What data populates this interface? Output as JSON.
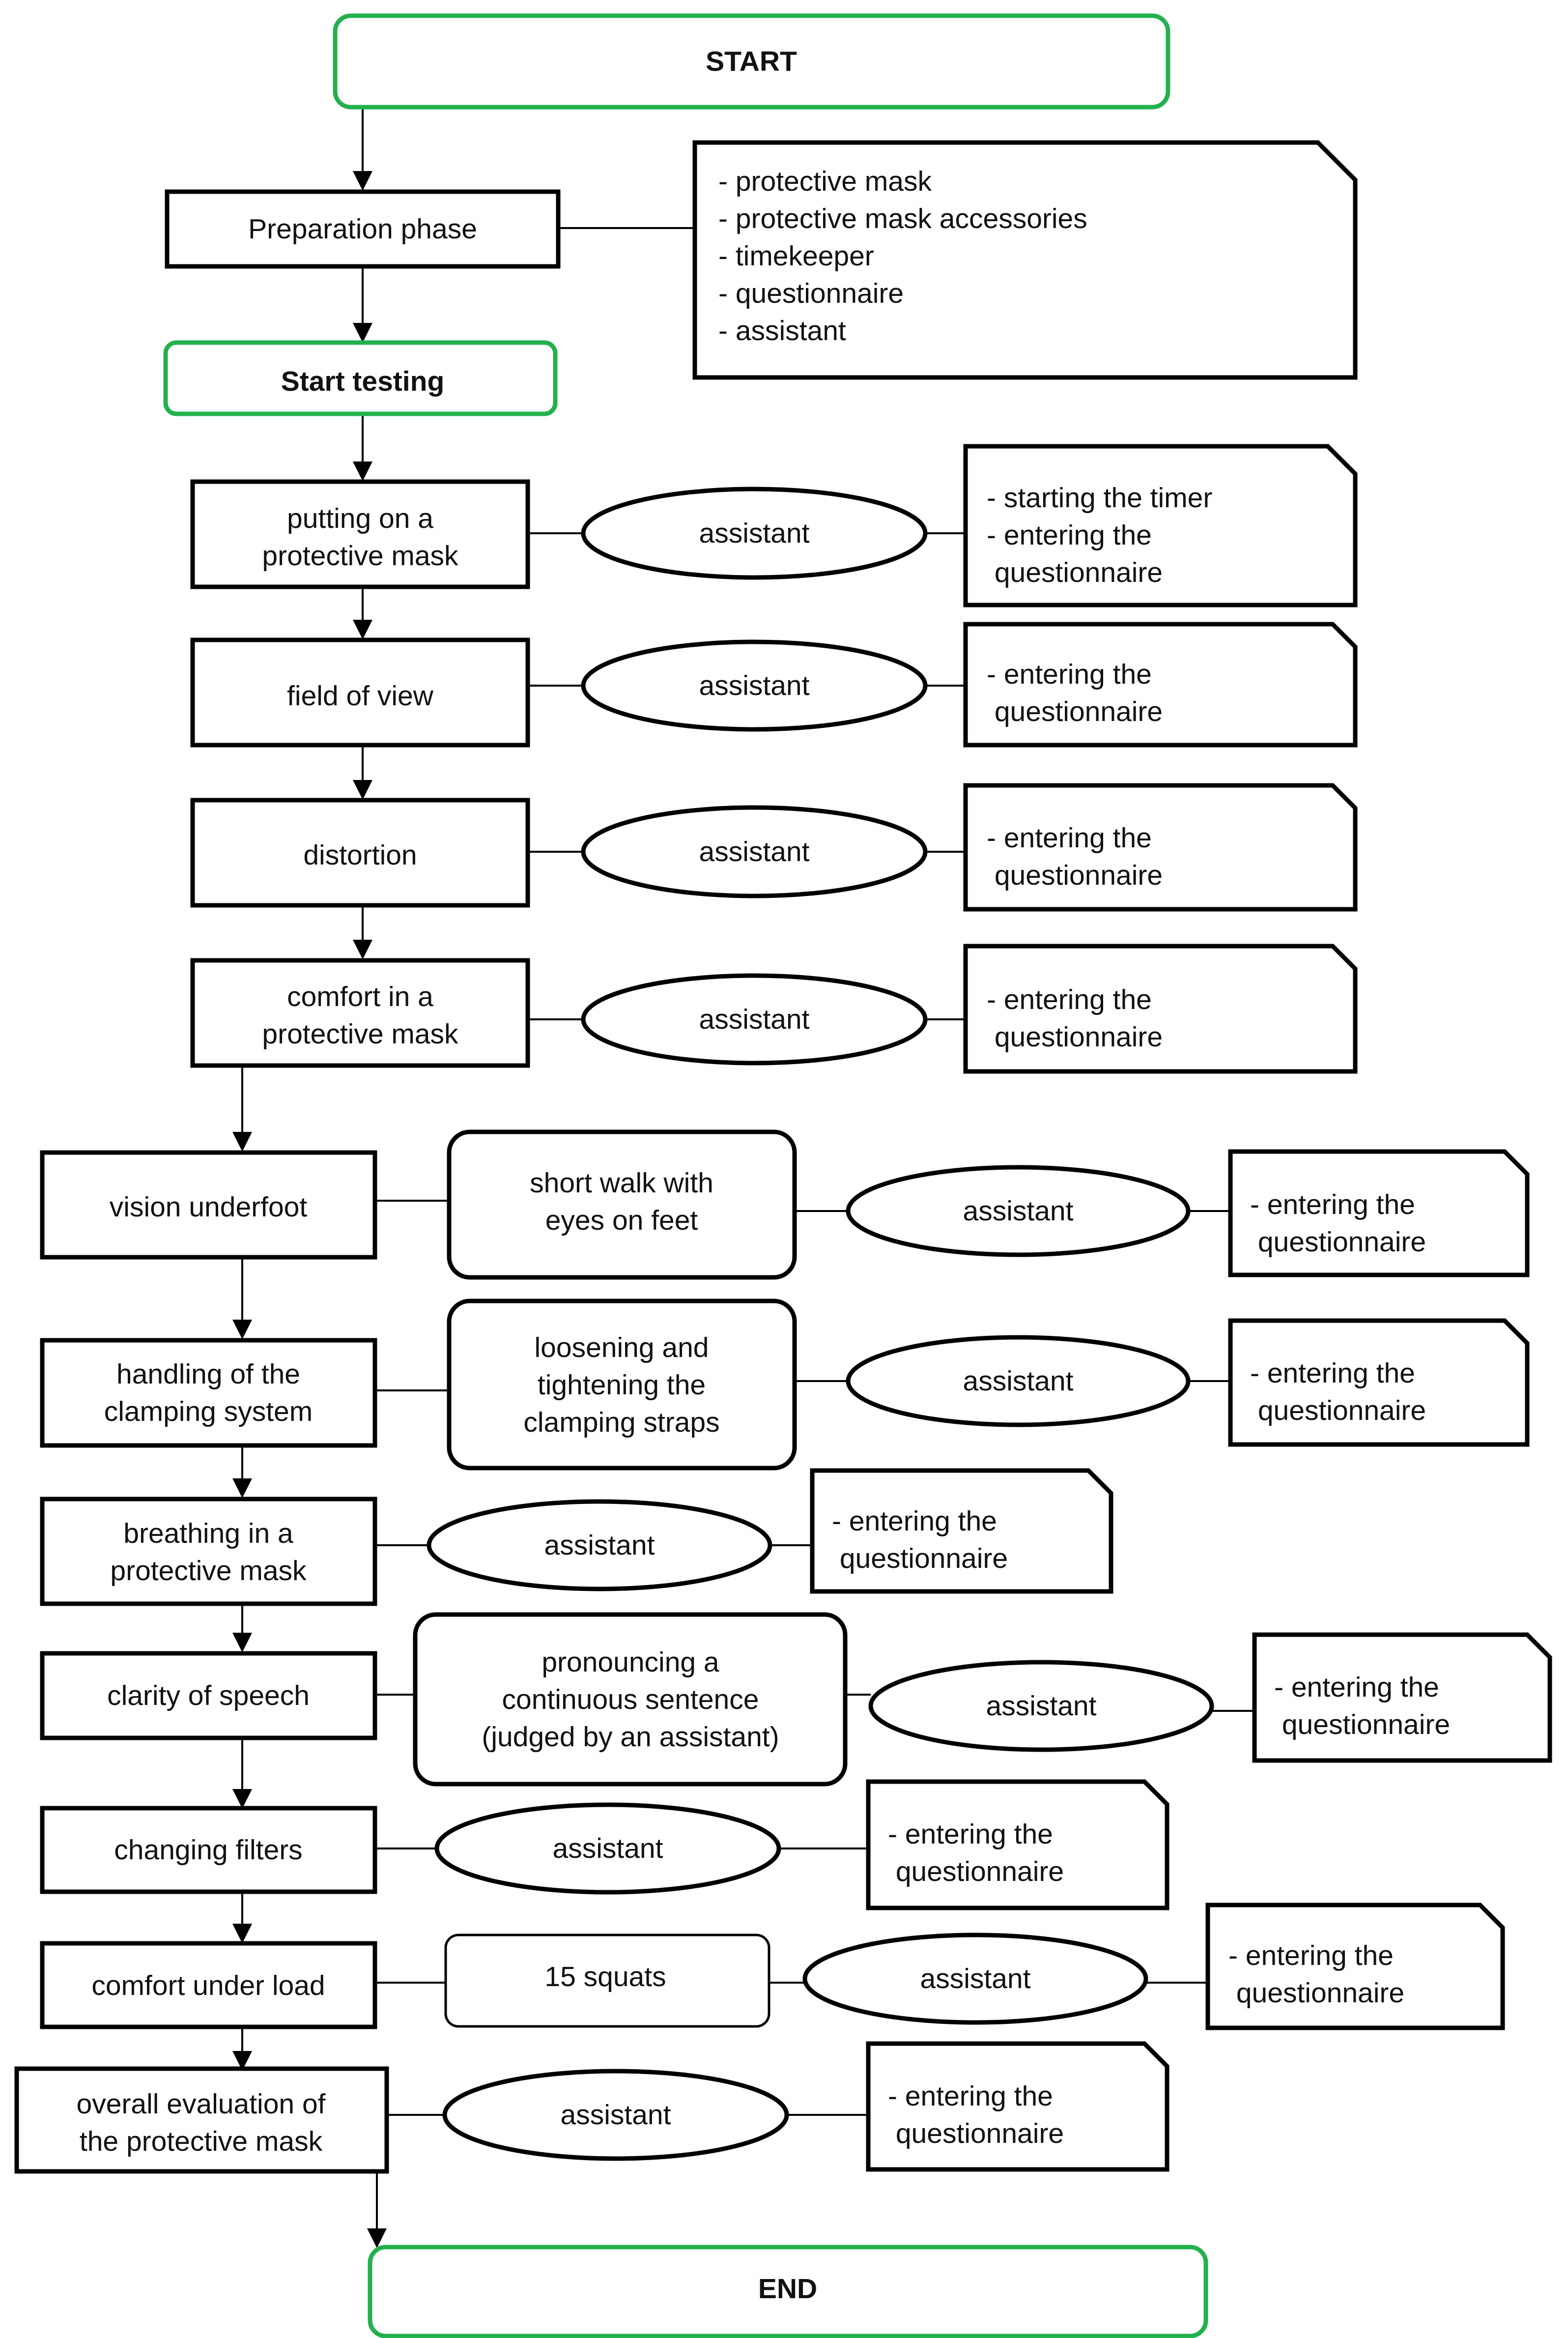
{
  "colors": {
    "terminal_border": "#22b14c",
    "stroke": "#000000",
    "text": "#111111"
  },
  "nodes": {
    "start": [
      "START"
    ],
    "prep": [
      "Preparation phase"
    ],
    "prep_note": [
      "- protective mask",
      "- protective mask accessories",
      "- timekeeper",
      "- questionnaire",
      "- assistant"
    ],
    "start_testing": [
      "Start testing"
    ],
    "s1": [
      "putting on a",
      "protective mask"
    ],
    "s1_assistant": [
      "assistant"
    ],
    "s1_note": [
      "- starting the timer",
      "- entering the",
      "  questionnaire"
    ],
    "s2": [
      "field of view"
    ],
    "s2_assistant": [
      "assistant"
    ],
    "s2_note": [
      "- entering the",
      "  questionnaire"
    ],
    "s3": [
      "distortion"
    ],
    "s3_assistant": [
      "assistant"
    ],
    "s3_note": [
      "- entering the",
      "  questionnaire"
    ],
    "s4": [
      "comfort in a",
      "protective mask"
    ],
    "s4_assistant": [
      "assistant"
    ],
    "s4_note": [
      "- entering the",
      "  questionnaire"
    ],
    "s5": [
      "vision underfoot"
    ],
    "s5_action": [
      "short walk with",
      "eyes on feet"
    ],
    "s5_assistant": [
      "assistant"
    ],
    "s5_note": [
      "- entering the",
      "  questionnaire"
    ],
    "s6": [
      "handling of the",
      "clamping system"
    ],
    "s6_action": [
      "loosening and",
      "tightening the",
      "clamping straps"
    ],
    "s6_assistant": [
      "assistant"
    ],
    "s6_note": [
      "- entering the",
      "  questionnaire"
    ],
    "s7": [
      "breathing in a",
      "protective mask"
    ],
    "s7_assistant": [
      "assistant"
    ],
    "s7_note": [
      "- entering the",
      "  questionnaire"
    ],
    "s8": [
      "clarity of speech"
    ],
    "s8_action": [
      "pronouncing a",
      "continuous sentence",
      "(judged by an assistant)"
    ],
    "s8_assistant": [
      "assistant"
    ],
    "s8_note": [
      "- entering the",
      "  questionnaire"
    ],
    "s9": [
      "changing filters"
    ],
    "s9_assistant": [
      "assistant"
    ],
    "s9_note": [
      "- entering the",
      "  questionnaire"
    ],
    "s10": [
      "comfort under load"
    ],
    "s10_action": [
      "15 squats"
    ],
    "s10_assistant": [
      "assistant"
    ],
    "s10_note": [
      "- entering the",
      "  questionnaire"
    ],
    "s11": [
      "overall evaluation of",
      "the protective mask"
    ],
    "s11_assistant": [
      "assistant"
    ],
    "s11_note": [
      "- entering the",
      "  questionnaire"
    ],
    "end": [
      "END"
    ]
  }
}
